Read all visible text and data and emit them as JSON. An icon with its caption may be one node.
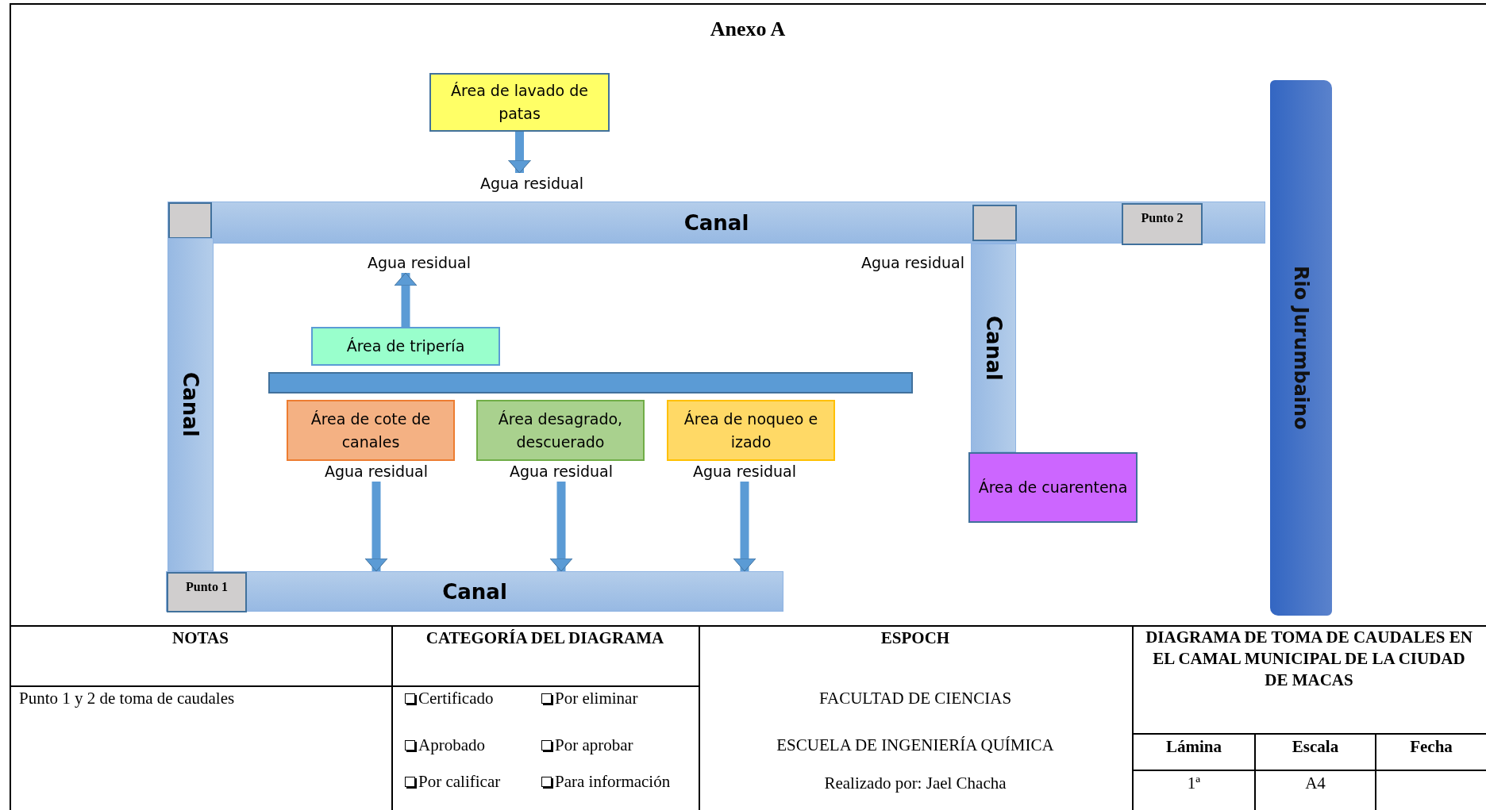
{
  "diagram": {
    "title": "Anexo A",
    "nodes": [
      {
        "text": [
          "Área de lavado de patas"
        ]
      },
      {
        "text": [
          "Agua residual"
        ]
      },
      {
        "text": [
          "Canal"
        ]
      },
      {
        "text": [],
        "shape": "box",
        "in": 2
      },
      {
        "text": [],
        "shape": "box",
        "in": 2
      },
      {
        "text": [
          "Punto 2"
        ],
        "in": 2
      },
      {
        "text": [
          "Canal"
        ]
      },
      {
        "text": [
          "Agua residual"
        ]
      },
      {
        "text": [
          "Canal"
        ]
      },
      {
        "text": [
          "Rio Jurumbaino"
        ]
      },
      {
        "text": [
          "Área de tripería"
        ]
      },
      {
        "text": [],
        "shape": "bar"
      },
      {
        "text": [
          "Área de cote de canales"
        ]
      },
      {
        "text": [
          "Área desagrado, descuerado"
        ]
      },
      {
        "text": [
          "Área de noqueo e izado"
        ]
      },
      {
        "text": [
          "Agua residual"
        ]
      },
      {
        "text": [
          "Agua residual"
        ]
      },
      {
        "text": [
          "Agua residual"
        ]
      },
      {
        "text": [
          "Área de cuarentena"
        ]
      },
      {
        "text": [
          "Canal"
        ]
      },
      {
        "text": [
          "Punto 1"
        ],
        "in": 19
      }
    ],
    "edges": [
      {
        "from": 0,
        "to": 1,
        "arrow": "to"
      },
      {
        "from": 10,
        "to": 7,
        "arrow": "to"
      },
      {
        "from": 15,
        "to": 19,
        "arrow": "to"
      },
      {
        "from": 16,
        "to": 19,
        "arrow": "to"
      },
      {
        "from": 17,
        "to": 19,
        "arrow": "to"
      }
    ],
    "labels": [
      "Agua residual",
      "NOTAS",
      "CATEGORÍA DEL DIAGRAMA",
      "ESPOCH",
      "DIAGRAMA DE TOMA DE CAUDALES EN EL CAMAL MUNICIPAL DE LA CIUDAD DE MACAS",
      "Punto 1 y 2 de toma de caudales",
      "Certificado",
      "Por eliminar",
      "FACULTAD DE CIENCIAS",
      "Aprobado",
      "Por aprobar",
      "ESCUELA DE INGENIERÍA QUÍMICA",
      "Lámina",
      "Escala",
      "Fecha",
      "Por calificar",
      "Para información",
      "Realizado por: Jael Chacha",
      "1ª",
      "A4"
    ]
  }
}
